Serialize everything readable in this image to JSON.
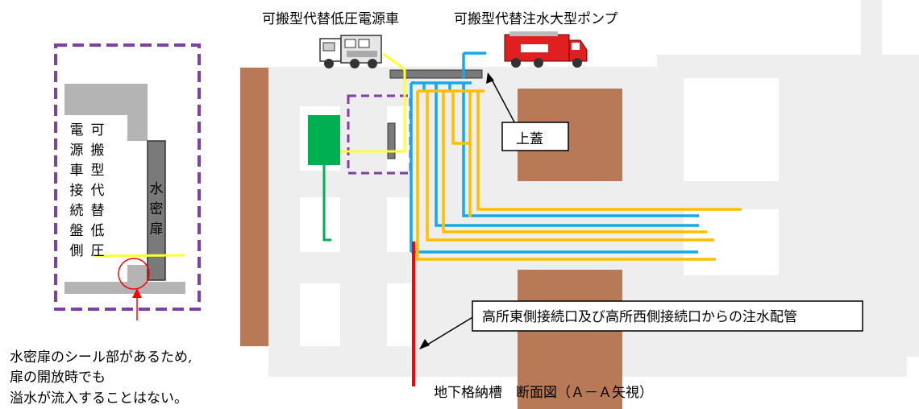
{
  "labels": {
    "power_truck": "可搬型代替低圧電源車",
    "pump_truck": "可搬型代替注水大型ポンプ",
    "upper_lid": "上蓋",
    "injection_pipe": "高所東側接続口及び高所西側接続口からの注水配管",
    "section_title": "地下格納槽　断面図（Ａ－Ａ矢視）",
    "watertight_door": "水密扉",
    "panel_side_col1": "可搬型代替低圧",
    "panel_side_col2": "電源車接続盤側",
    "seal_note_line1": "水密扉のシール部があるため,",
    "seal_note_line2": "扉の開放時でも",
    "seal_note_line3": "溢水が流入することはない。"
  },
  "colors": {
    "background_block": "#eeeeee",
    "earth_brown": "#b87a56",
    "light_gray": "#b4b4b4",
    "door_gray": "#7a7a7a",
    "enclosure_dashed": "#7f3fa8",
    "power_cable_yellow": "#ffff33",
    "water_pipe_blue": "#17a9e6",
    "hose_orange": "#ffbf00",
    "injection_pipe_red": "#ff0000",
    "panel_green": "#00b050",
    "truck_red": "#e02020"
  }
}
